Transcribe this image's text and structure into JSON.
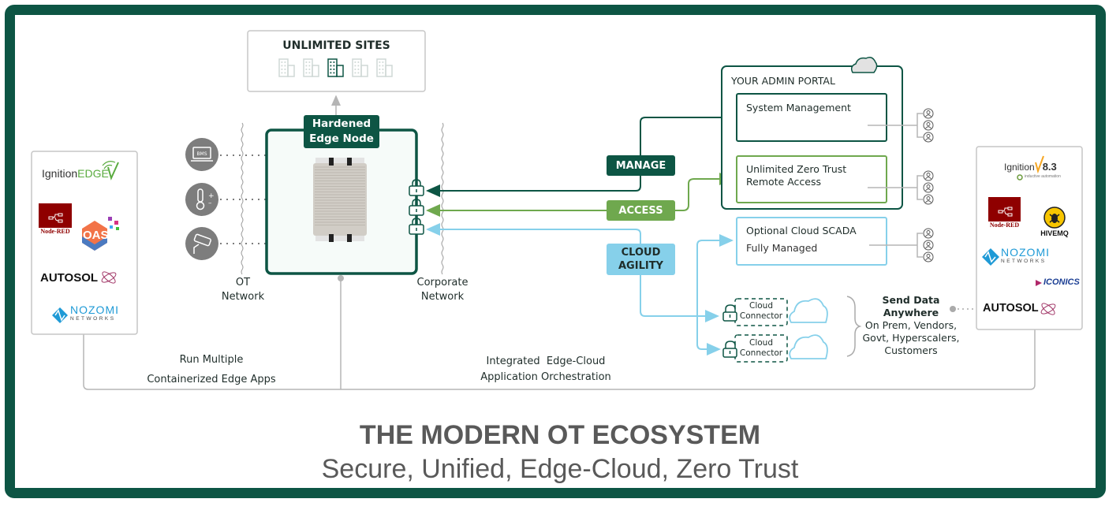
{
  "sites": {
    "title": "UNLIMITED SITES",
    "building_count": 5,
    "highlighted_index": 2
  },
  "edge_node": {
    "title_line1": "Hardened",
    "title_line2": "Edge Node"
  },
  "ot_devices": [
    {
      "icon": "bms-laptop-icon",
      "label": "BMS"
    },
    {
      "icon": "thermometer-icon",
      "label": "+/-"
    },
    {
      "icon": "security-camera-icon",
      "label": ""
    }
  ],
  "networks": {
    "ot": {
      "line1": "OT",
      "line2": "Network"
    },
    "corporate": {
      "line1": "Corporate",
      "line2": "Network"
    }
  },
  "channels": [
    {
      "id": "manage",
      "label": "MANAGE",
      "color": "#0d5544"
    },
    {
      "id": "access",
      "label": "ACCESS",
      "color": "#6fa84e"
    },
    {
      "id": "cloud",
      "label_line1": "CLOUD",
      "label_line2": "AGILITY",
      "color": "#86d0ea"
    }
  ],
  "admin_portal": {
    "title": "YOUR ADMIN PORTAL",
    "system_management": "System Management",
    "remote_access_line1": "Unlimited Zero Trust",
    "remote_access_line2": "Remote Access"
  },
  "cloud_scada": {
    "title": "Optional Cloud SCADA",
    "subtitle": "Fully Managed"
  },
  "cloud_connectors": [
    {
      "line1": "Cloud",
      "line2": "Connector"
    },
    {
      "line1": "Cloud",
      "line2": "Connector"
    }
  ],
  "send_data": {
    "line1": "Send Data",
    "line2": "Anywhere",
    "line3": "On Prem, Vendors,",
    "line4": "Govt, Hyperscalers,",
    "line5": "Customers"
  },
  "left_apps": [
    "IgnitionEDGE",
    "Node-RED",
    "OAS",
    "AUTOSOL",
    "NOZOMI NETWORKS"
  ],
  "right_apps": [
    "Ignition 8.3",
    "Node-RED",
    "HIVEMQ",
    "NOZOMI NETWORKS",
    "ICONICS",
    "AUTOSOL"
  ],
  "logo_text": {
    "ignition": "Ignition",
    "edge": "EDGE",
    "version": "8.3",
    "inductive": "inductive automation",
    "nodered": "Node-RED",
    "oas": "OAS",
    "autosol": "AUTOSOL",
    "nozomi": "NOZOMI",
    "networks": "NETWORKS",
    "hivemq": "HIVEMQ",
    "iconics": "ICONICS"
  },
  "bottom_labels": {
    "run_line1": "Run Multiple",
    "run_line2": "Containerized Edge Apps",
    "orch_line1": "Integrated  Edge-Cloud",
    "orch_line2": "Application Orchestration"
  },
  "footer": {
    "title": "THE MODERN OT ECOSYSTEM",
    "subtitle": "Secure, Unified, Edge-Cloud, Zero Trust"
  },
  "colors": {
    "brand_dark_green": "#0d5544",
    "access_green": "#6fa84e",
    "cloud_blue": "#86d0ea",
    "gray_line": "#b5b5b5",
    "text_gray": "#595959"
  }
}
